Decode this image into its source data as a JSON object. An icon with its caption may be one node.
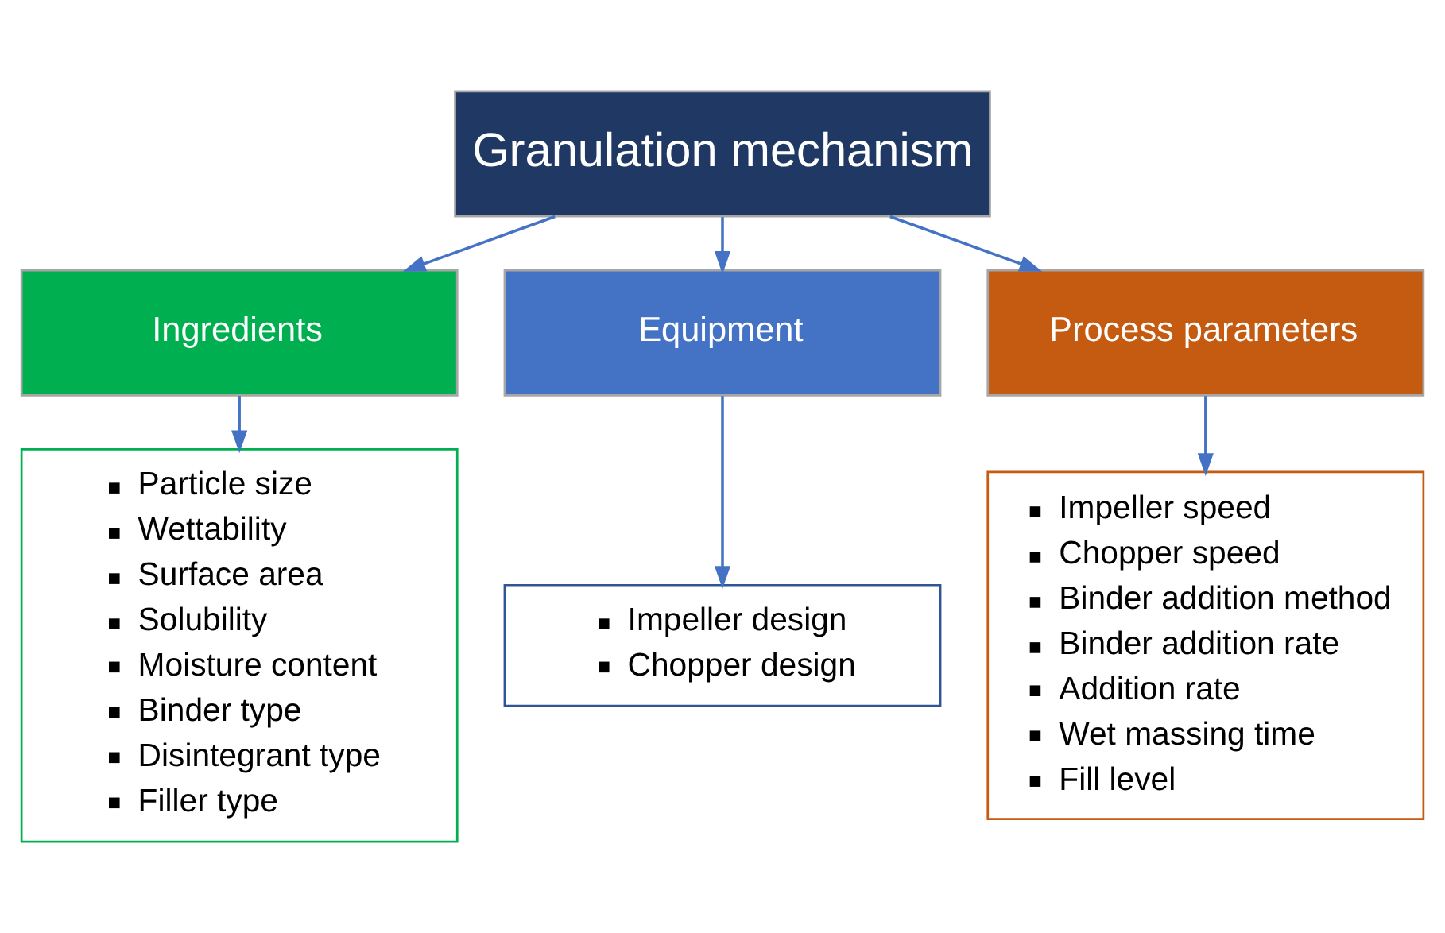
{
  "diagram": {
    "nodes": [
      {
        "text": [
          "Granulation mechanism"
        ]
      },
      {
        "text": [
          "Ingredients"
        ]
      },
      {
        "text": [
          "Equipment"
        ]
      },
      {
        "text": [
          "Process parameters"
        ]
      },
      {
        "text": [
          "Particle size",
          "Wettability",
          "Surface area",
          "Solubility",
          "Moisture content",
          "Binder type",
          "Disintegrant type",
          "Filler type"
        ]
      },
      {
        "text": [
          "Impeller design",
          "Chopper design"
        ]
      },
      {
        "text": [
          "Impeller speed",
          "Chopper speed",
          "Binder addition method",
          "Binder addition rate",
          "Addition rate",
          "Wet massing time",
          "Fill level"
        ]
      }
    ],
    "edges": [
      {
        "from": 0,
        "to": 1,
        "arrow": "to"
      },
      {
        "from": 0,
        "to": 2,
        "arrow": "to"
      },
      {
        "from": 0,
        "to": 3,
        "arrow": "to"
      },
      {
        "from": 1,
        "to": 4,
        "arrow": "to"
      },
      {
        "from": 2,
        "to": 5,
        "arrow": "to"
      },
      {
        "from": 3,
        "to": 6,
        "arrow": "to"
      }
    ]
  }
}
